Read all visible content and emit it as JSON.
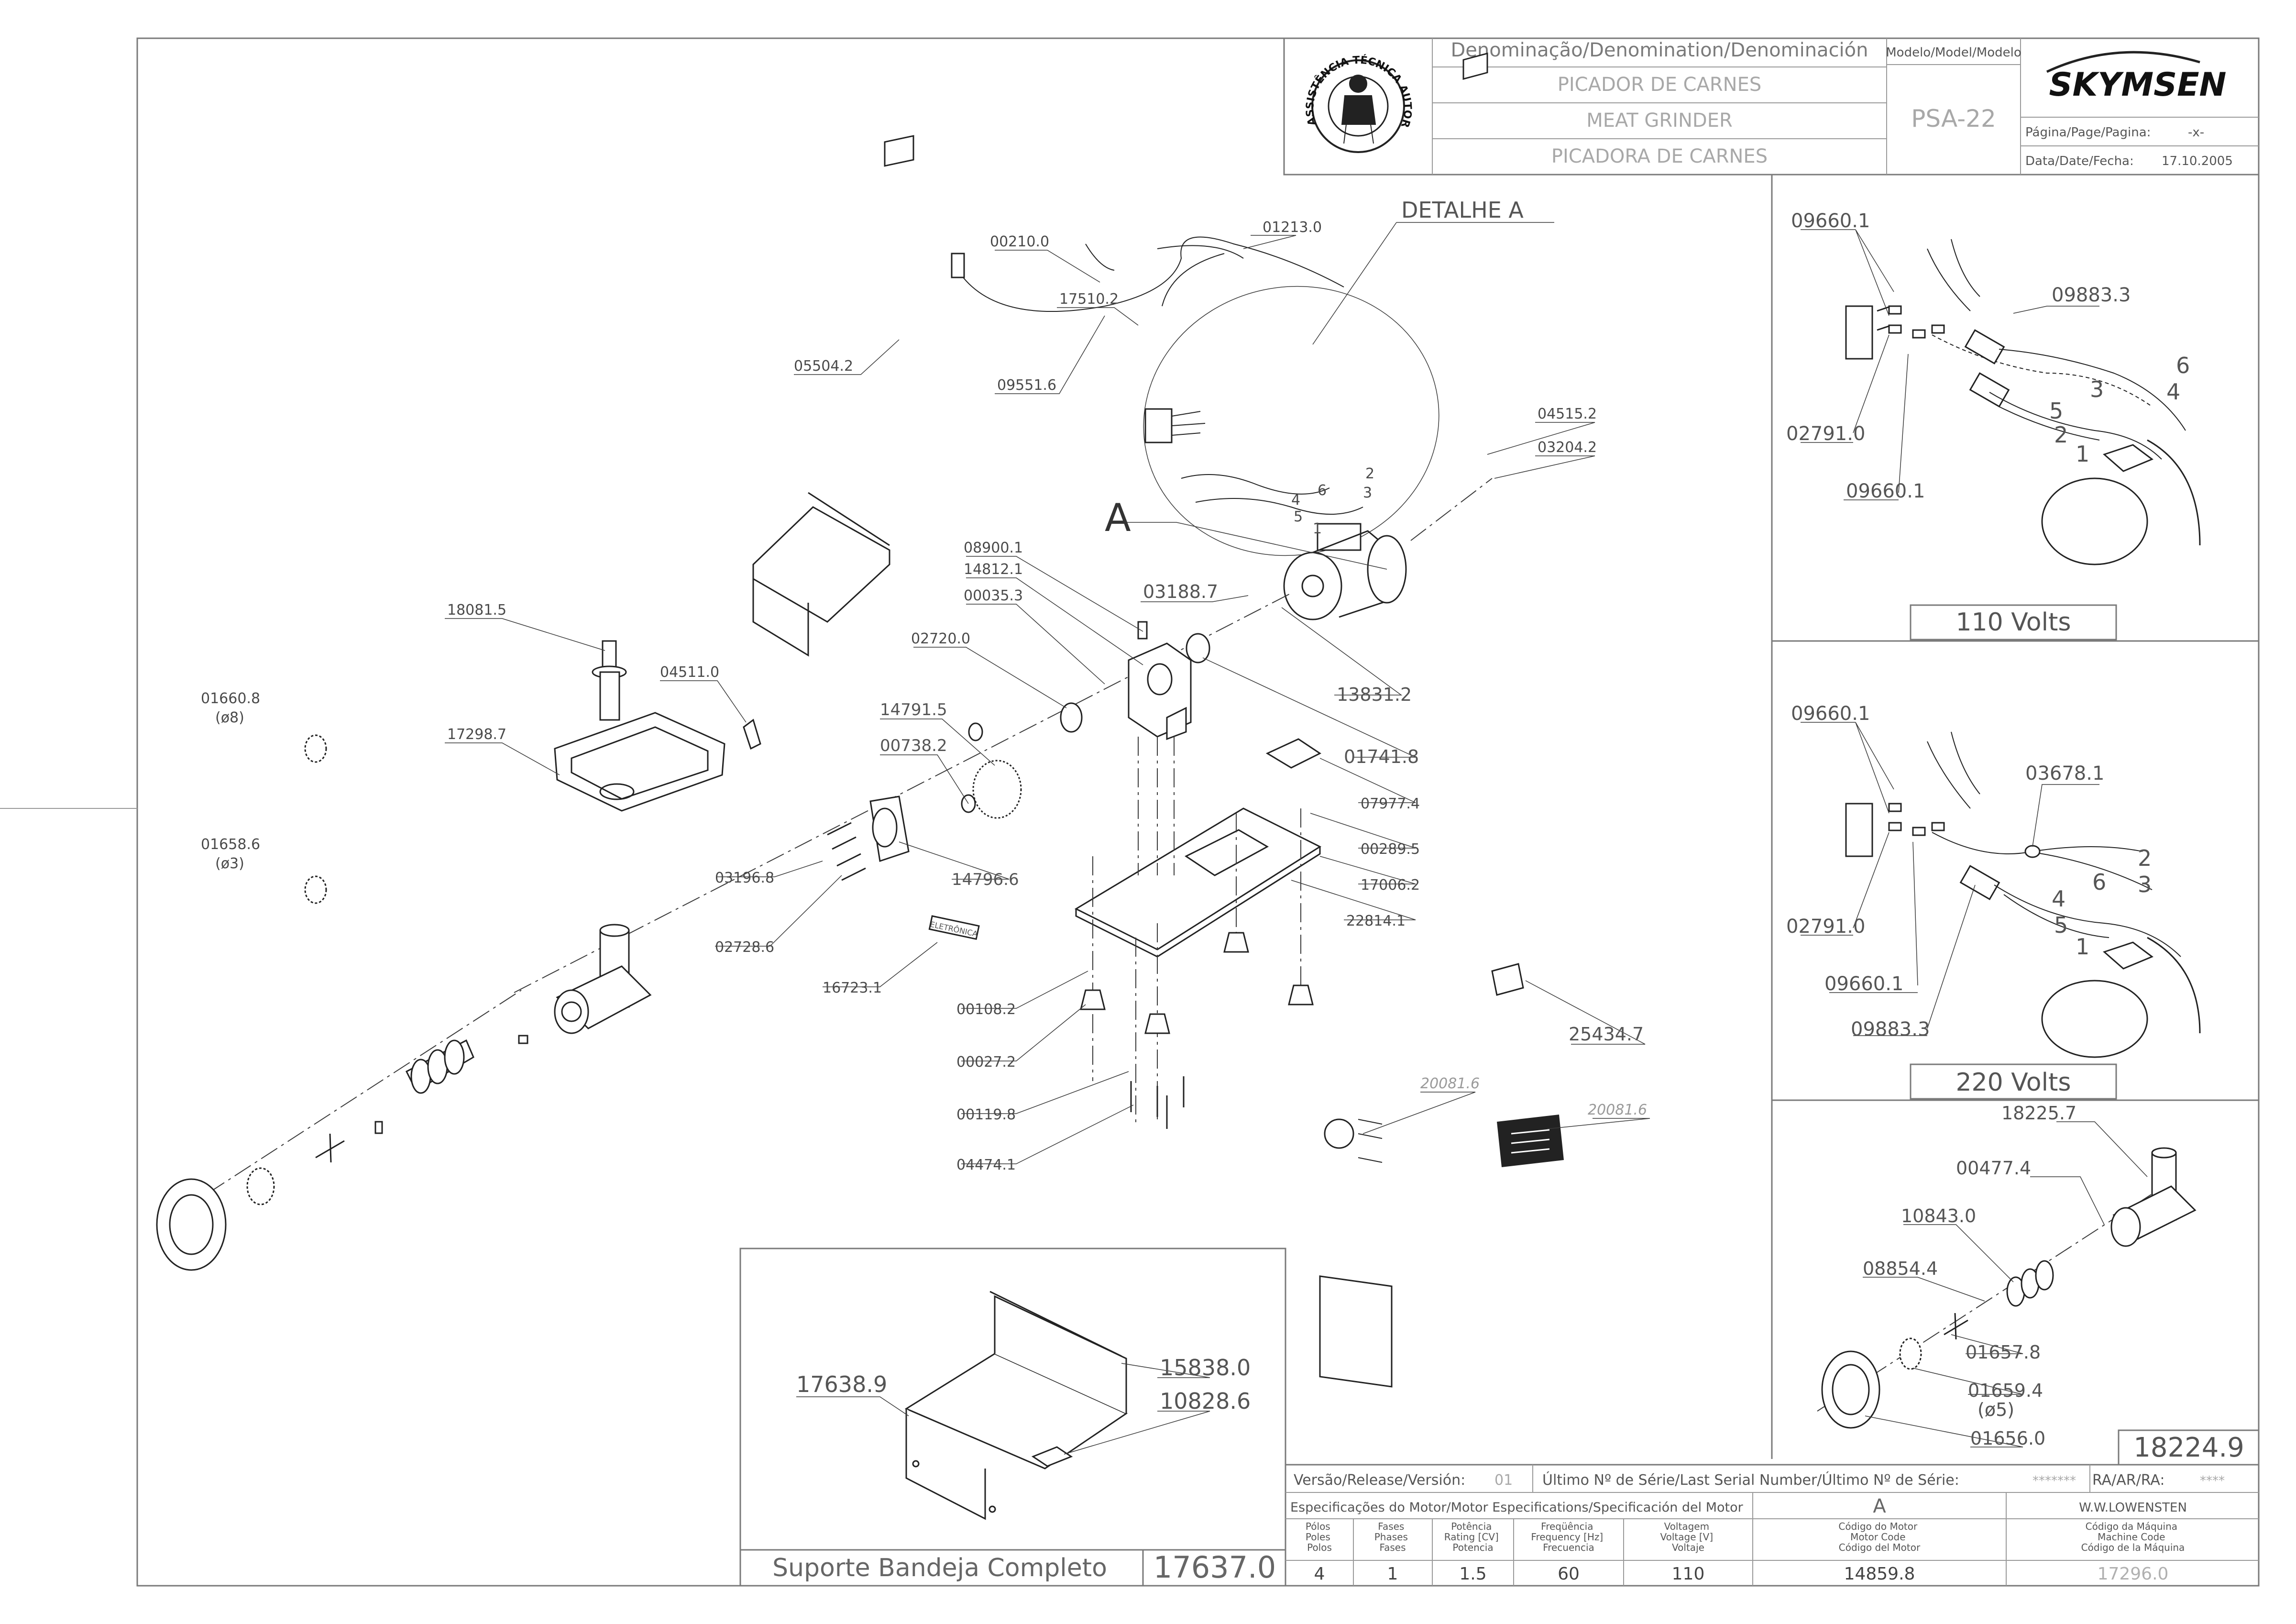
{
  "logo": {
    "ring_text": "ASSISTÊNCIA TÉCNICA AUTORIZADA",
    "brand": "SKYMSEN"
  },
  "title_block": {
    "denomination_header": "Denominação/Denomination/Denominación",
    "names": [
      "PICADOR DE CARNES",
      "MEAT GRINDER",
      "PICADORA DE CARNES"
    ],
    "model_header": "Modelo/Model/Modelo",
    "model": "PSA-22",
    "page_label": "Página/Page/Pagina:",
    "page_value": "-x-",
    "date_label": "Data/Date/Fecha:",
    "date_value": "17.10.2005"
  },
  "main_parts": {
    "p00210_0": "00210.0",
    "p01213_0": "01213.0",
    "detalhe_a": "DETALHE A",
    "p17510_2": "17510.2",
    "p05504_2": "05504.2",
    "p09551_6": "09551.6",
    "p04515_2": "04515.2",
    "p03204_2": "03204.2",
    "detail_a": "A",
    "w1": "1",
    "w2": "2",
    "w3": "3",
    "w4": "4",
    "w5": "5",
    "w6": "6",
    "p08900_1": "08900.1",
    "p14812_1": "14812.1",
    "p00035_3": "00035.3",
    "p03188_7": "03188.7",
    "p13831_2": "13831.2",
    "p02720_0": "02720.0",
    "p14791_5": "14791.5",
    "p00738_2": "00738.2",
    "p01741_8": "01741.8",
    "p07977_4": "07977.4",
    "p18081_5": "18081.5",
    "p04511_0": "04511.0",
    "p17298_7": "17298.7",
    "p01660_8": "01660.8",
    "p01660_8_sub": "(ø8)",
    "p01658_6": "01658.6",
    "p01658_6_sub": "(ø3)",
    "p03196_8": "03196.8",
    "p14796_6": "14796.6",
    "p00289_5": "00289.5",
    "p17006_2": "17006.2",
    "p22814_1": "22814.1",
    "p02728_6": "02728.6",
    "p16723_1": "16723.1",
    "p00108_2": "00108.2",
    "p00027_2": "00027.2",
    "p00119_8": "00119.8",
    "p04474_1": "04474.1",
    "p25434_7": "25434.7",
    "p20081_6a": "20081.6",
    "p20081_6b": "20081.6",
    "plate_text": "ELETRÔNICA"
  },
  "panel_110": {
    "p09660_1_top": "09660.1",
    "p09883_3": "09883.3",
    "p02791_0": "02791.0",
    "p09660_1_bottom": "09660.1",
    "w1": "1",
    "w2": "2",
    "w3": "3",
    "w4": "4",
    "w5": "5",
    "w6": "6",
    "caption": "110 Volts"
  },
  "panel_220": {
    "p09660_1_top": "09660.1",
    "p03678_1": "03678.1",
    "p02791_0": "02791.0",
    "p09660_1_bottom": "09660.1",
    "p09883_3": "09883.3",
    "w1": "1",
    "w2": "2",
    "w3": "3",
    "w4": "4",
    "w5": "5",
    "w6": "6",
    "caption": "220 Volts"
  },
  "panel_head": {
    "p18225_7": "18225.7",
    "p00477_4": "00477.4",
    "p10843_0": "10843.0",
    "p08854_4": "08854.4",
    "p01657_8": "01657.8",
    "p01659_4": "01659.4",
    "p01659_4_sub": "(ø5)",
    "p01656_0": "01656.0",
    "assembly_code": "18224.9"
  },
  "tray_support": {
    "p17638_9": "17638.9",
    "p15838_0": "15838.0",
    "p10828_6": "10828.6",
    "caption": "Suporte Bandeja Completo",
    "code": "17637.0"
  },
  "bottom_block": {
    "version_label": "Versão/Release/Versión:",
    "version_value": "01",
    "serial_label": "Último Nº de Série/Last Serial Number/Último Nº de Série:",
    "serial_value": "*******",
    "ra_label": "RA/AR/RA:",
    "ra_value": "****",
    "motor_spec_label": "Especificações do Motor/Motor Especifications/Specificación del Motor",
    "motor_variant": "A",
    "manufacturer": "W.W.LOWENSTEN",
    "spec_headers": [
      [
        "Pólos",
        "Poles",
        "Polos"
      ],
      [
        "Fases",
        "Phases",
        "Fases"
      ],
      [
        "Potência",
        "Rating [CV]",
        "Potencia"
      ],
      [
        "Freqüência",
        "Frequency [Hz]",
        "Frecuencia"
      ],
      [
        "Voltagem",
        "Voltage [V]",
        "Voltaje"
      ],
      [
        "Código do Motor",
        "Motor Code",
        "Código del Motor"
      ],
      [
        "Código da Máquina",
        "Machine Code",
        "Código de la Máquina"
      ]
    ],
    "spec_values": [
      "4",
      "1",
      "1.5",
      "60",
      "110",
      "14859.8",
      "17296.0"
    ]
  }
}
